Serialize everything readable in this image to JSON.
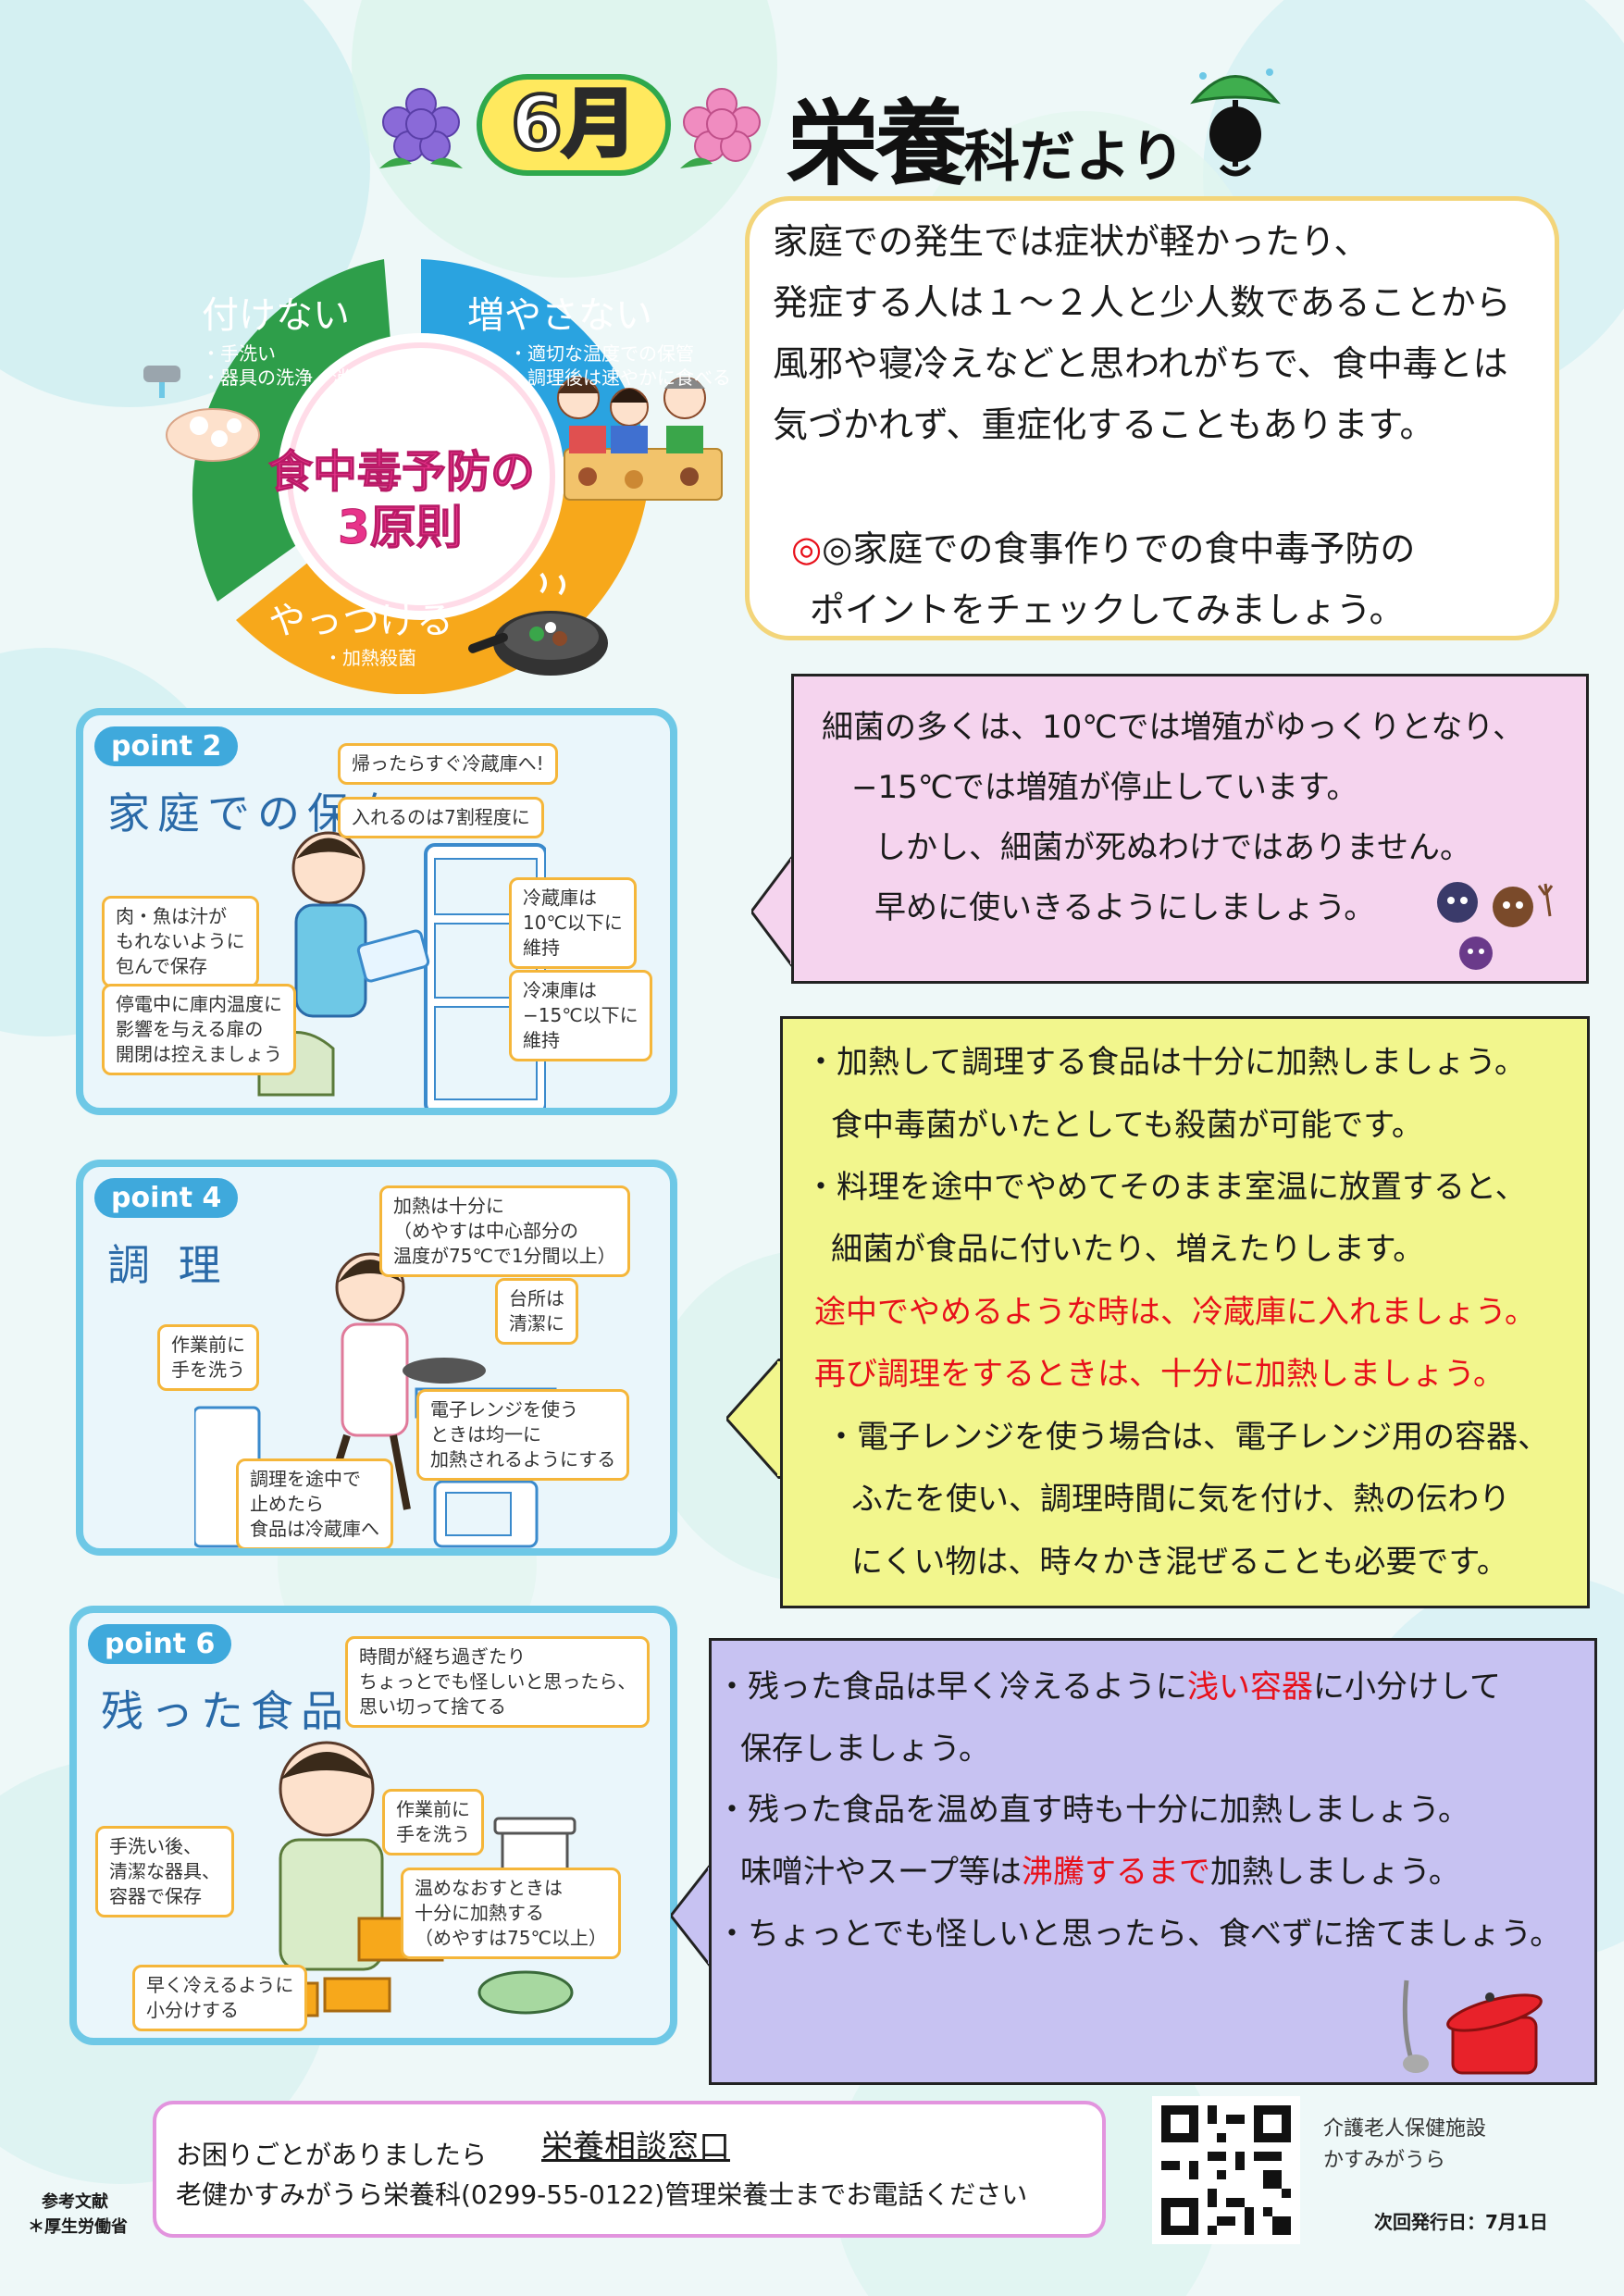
{
  "header": {
    "month": "6月",
    "title_big": "栄養",
    "title_small": "科だより"
  },
  "wheel": {
    "center_line1": "食中毒予防の",
    "center_line2": "3原則",
    "seg1_title": "付けない",
    "seg1_items": [
      "・手洗い",
      "・器具の洗浄、消毒"
    ],
    "seg2_title": "増やさない",
    "seg2_items": [
      "・適切な温度での保管",
      "・調理後は速やかに食べる"
    ],
    "seg3_title": "やっつける",
    "seg3_items": [
      "・加熱殺菌"
    ],
    "colors": {
      "green": "#2e9e4a",
      "blue": "#2aa3e0",
      "orange": "#f7a81b"
    }
  },
  "intro": {
    "lines": [
      "家庭での発生では症状が軽かったり、",
      "発症する人は１～２人と少人数であることから",
      "風邪や寝冷えなどと思われがちで、食中毒とは",
      "気づかれず、重症化することもあります。"
    ],
    "point_lines": [
      "◎家庭での食事作りでの食中毒予防の",
      "ポイントをチェックしてみましょう。"
    ]
  },
  "panel2": {
    "badge": "point 2",
    "title": "家庭での保存",
    "c1": "帰ったらすぐ冷蔵庫へ!",
    "c2": "入れるのは7割程度に",
    "c3": [
      "肉・魚は汁が",
      "もれないように",
      "包んで保存"
    ],
    "c4": [
      "冷蔵庫は",
      "10℃以下に",
      "維持"
    ],
    "c5": [
      "停電中に庫内温度に",
      "影響を与える扉の",
      "開閉は控えましょう"
    ],
    "c6": [
      "冷凍庫は",
      "−15℃以下に",
      "維持"
    ]
  },
  "panel4": {
    "badge": "point 4",
    "title": "調 理",
    "c1": [
      "加熱は十分に",
      "（めやすは中心部分の",
      "温度が75℃で1分間以上）"
    ],
    "c2": [
      "台所は",
      "清潔に"
    ],
    "c3": [
      "作業前に",
      "手を洗う"
    ],
    "c4": [
      "電子レンジを使う",
      "ときは均一に",
      "加熱されるようにする"
    ],
    "c5": [
      "調理を途中で",
      "止めたら",
      "食品は冷蔵庫へ"
    ]
  },
  "panel6": {
    "badge": "point 6",
    "title": "残った食品",
    "c1": [
      "時間が経ち過ぎたり",
      "ちょっとでも怪しいと思ったら、",
      "思い切って捨てる"
    ],
    "c2": [
      "作業前に",
      "手を洗う"
    ],
    "c3": [
      "手洗い後、",
      "清潔な器具、",
      "容器で保存"
    ],
    "c4": [
      "温めなおすときは",
      "十分に加熱する",
      "（めやすは75℃以上）"
    ],
    "c5": [
      "早く冷えるように",
      "小分けする"
    ]
  },
  "bacteria": {
    "lines": [
      "細菌の多くは、10℃では増殖がゆっくりとなり、",
      "−15℃では増殖が停止しています。",
      "しかし、細菌が死ぬわけではありません。",
      "早めに使いきるようにしましょう。"
    ]
  },
  "cooking": {
    "l1": "・加熱して調理する食品は十分に加熱しましょう。",
    "l2": "食中毒菌がいたとしても殺菌が可能です。",
    "l3": "・料理を途中でやめてそのまま室温に放置すると、",
    "l4": "細菌が食品に付いたり、増えたりします。",
    "l5": "途中でやめるような時は、冷蔵庫に入れましょう。",
    "l6": "再び調理をするときは、十分に加熱しましょう。",
    "l7": "・電子レンジを使う場合は、電子レンジ用の容器、",
    "l8": "ふたを使い、調理時間に気を付け、熱の伝わり",
    "l9": "にくい物は、時々かき混ぜることも必要です。"
  },
  "leftovers": {
    "l1a": "・残った食品は早く冷えるように",
    "l1b": "浅い容器",
    "l1c": "に小分けして",
    "l2": "保存しましょう。",
    "l3": "・残った食品を温め直す時も十分に加熱しましょう。",
    "l4a": "味噌汁やスープ等は",
    "l4b": "沸騰するまで",
    "l4c": "加熱しましょう。",
    "l5": "・ちょっとでも怪しいと思ったら、食べずに捨てましょう。"
  },
  "footer": {
    "contact_intro": "お困りごとがありましたら",
    "contact_title": "栄養相談窓口",
    "contact_line": "老健かすみがうら栄養科(0299-55-0122)管理栄養士までお電話ください",
    "ref1": "参考文献",
    "ref2": "＊厚生労働省",
    "facility1": "介護老人保健施設",
    "facility2": "かすみがうら",
    "next_issue": "次回発行日：7月1日"
  }
}
